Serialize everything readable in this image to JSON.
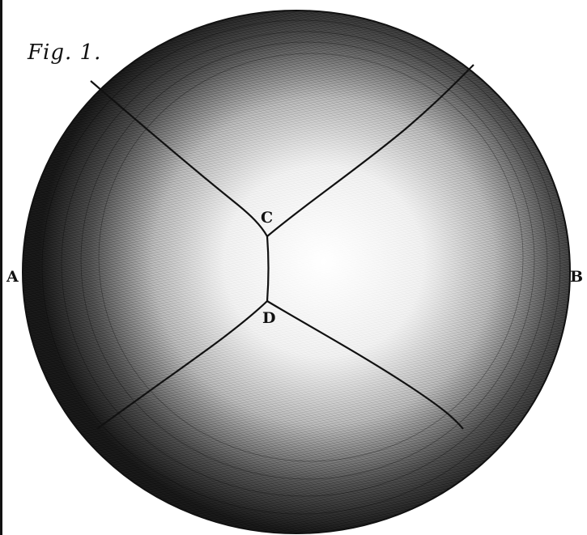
{
  "figure": {
    "caption": "Fig. 1.",
    "labels": {
      "a": "A",
      "b": "B",
      "c": "C",
      "d": "D"
    }
  },
  "colors": {
    "ink": "#111111",
    "paper": "#ffffff"
  }
}
